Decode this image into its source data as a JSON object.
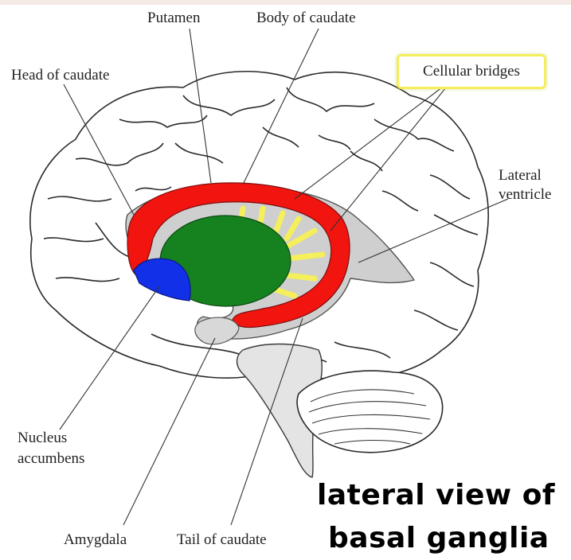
{
  "labels": {
    "putamen": "Putamen",
    "body_of_caudate": "Body of caudate",
    "head_of_caudate": "Head of caudate",
    "cellular_bridges": "Cellular bridges",
    "lateral_ventricle_line1": "Lateral",
    "lateral_ventricle_line2": "ventricle",
    "nucleus_line1": "Nucleus",
    "nucleus_line2": "accumbens",
    "amygdala": "Amygdala",
    "tail_of_caudate": "Tail of caudate"
  },
  "caption": {
    "line1": "lateral view of",
    "line2": "basal ganglia"
  },
  "colors": {
    "caudate": "#f2140e",
    "putamen": "#16821f",
    "nucleus_accumbens": "#1230e8",
    "cellular_bridges": "#f4ef5b",
    "callout_border": "#f3ef5a"
  }
}
